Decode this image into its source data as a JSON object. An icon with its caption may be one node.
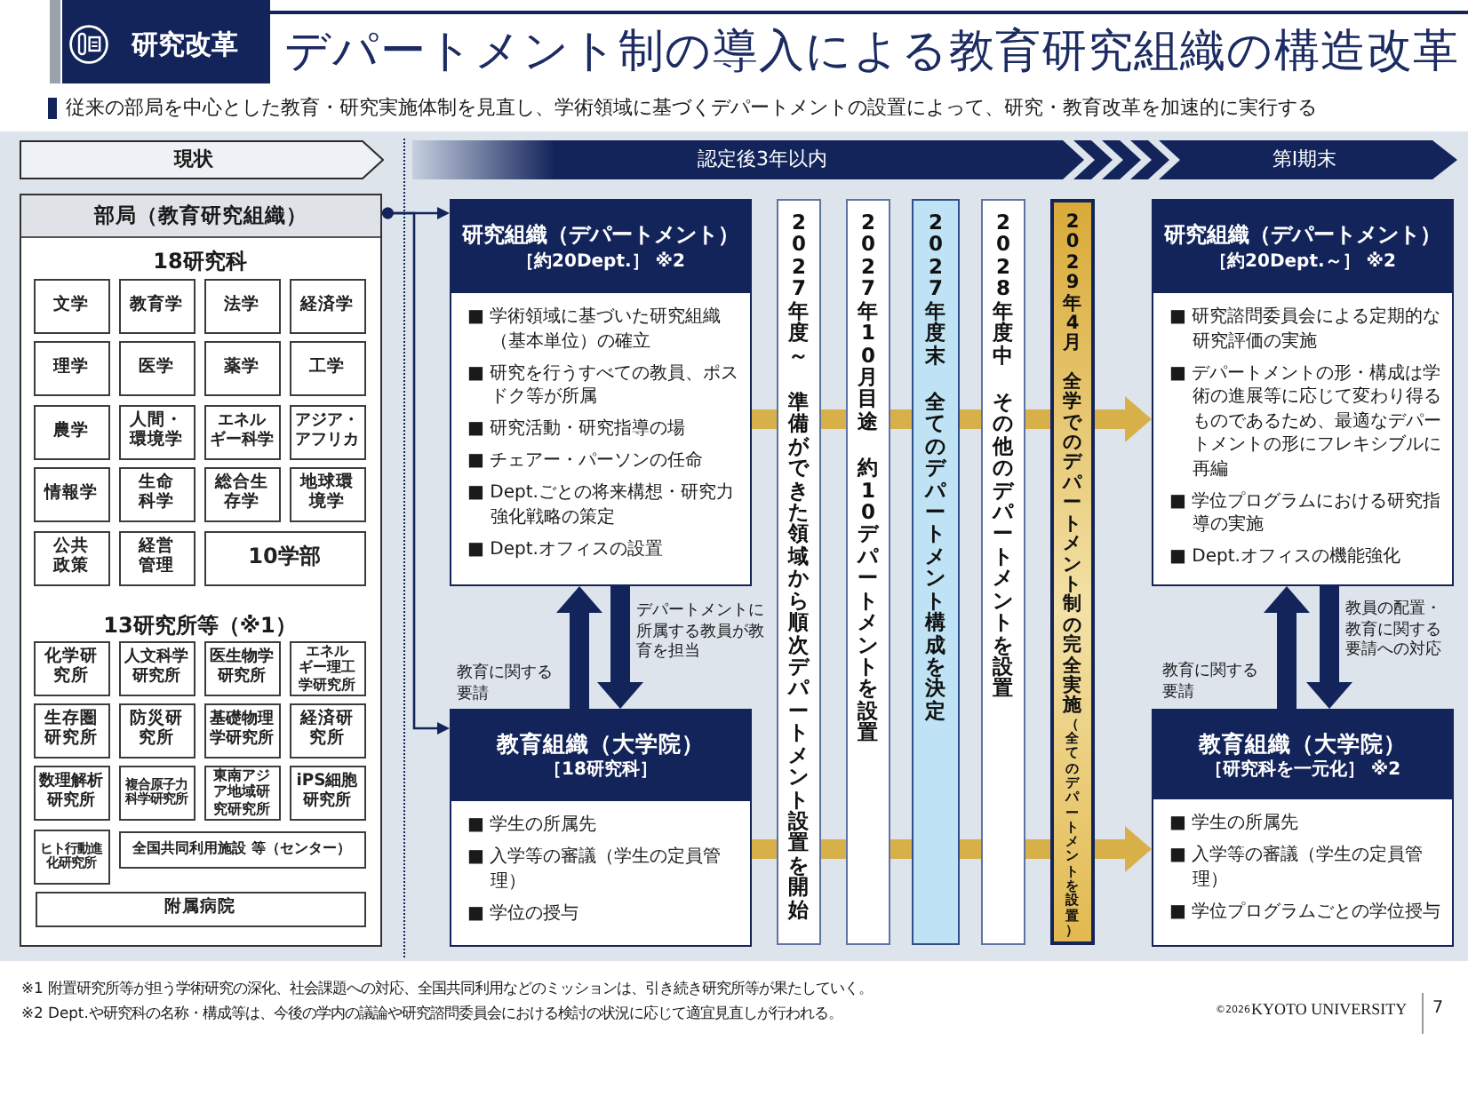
{
  "diagram": {
    "title": "デパートメント制の導入による教育研究組織の構造改革",
    "nodes": [
      {
        "text": [
          "現状"
        ]
      },
      {
        "text": [
          "認定後3年以内",
          "第Ⅰ期末"
        ]
      },
      {
        "text": [
          "部局（教育研究組織）"
        ]
      },
      {
        "text": [
          "文学"
        ],
        "in": 2
      },
      {
        "text": [
          "教育学"
        ],
        "in": 2
      },
      {
        "text": [
          "法学"
        ],
        "in": 2
      },
      {
        "text": [
          "経済学"
        ],
        "in": 2
      },
      {
        "text": [
          "理学"
        ],
        "in": 2
      },
      {
        "text": [
          "医学"
        ],
        "in": 2
      },
      {
        "text": [
          "薬学"
        ],
        "in": 2
      },
      {
        "text": [
          "工学"
        ],
        "in": 2
      },
      {
        "text": [
          "農学"
        ],
        "in": 2
      },
      {
        "text": [
          "人間・環境学"
        ],
        "in": 2
      },
      {
        "text": [
          "エネルギー科学"
        ],
        "in": 2
      },
      {
        "text": [
          "アジア・アフリカ"
        ],
        "in": 2
      },
      {
        "text": [
          "情報学"
        ],
        "in": 2
      },
      {
        "text": [
          "生命科学"
        ],
        "in": 2
      },
      {
        "text": [
          "総合生存学"
        ],
        "in": 2
      },
      {
        "text": [
          "地球環境学"
        ],
        "in": 2
      },
      {
        "text": [
          "公共政策"
        ],
        "in": 2
      },
      {
        "text": [
          "経営管理"
        ],
        "in": 2
      },
      {
        "text": [
          "10学部"
        ],
        "in": 2
      },
      {
        "text": [
          "化学研究所"
        ],
        "in": 2
      },
      {
        "text": [
          "人文科学研究所"
        ],
        "in": 2
      },
      {
        "text": [
          "医生物学研究所"
        ],
        "in": 2
      },
      {
        "text": [
          "エネルギー理工学研究所"
        ],
        "in": 2
      },
      {
        "text": [
          "生存圏研究所"
        ],
        "in": 2
      },
      {
        "text": [
          "防災研究所"
        ],
        "in": 2
      },
      {
        "text": [
          "基礎物理学研究所"
        ],
        "in": 2
      },
      {
        "text": [
          "経済研究所"
        ],
        "in": 2
      },
      {
        "text": [
          "数理解析研究所"
        ],
        "in": 2
      },
      {
        "text": [
          "複合原子力科学研究所"
        ],
        "in": 2
      },
      {
        "text": [
          "東南アジア地域研究研究所"
        ],
        "in": 2
      },
      {
        "text": [
          "iPS細胞研究所"
        ],
        "in": 2
      },
      {
        "text": [
          "ヒト行動進化研究所"
        ],
        "in": 2
      },
      {
        "text": [
          "全国共同利用施設 等（センター）"
        ],
        "in": 2
      },
      {
        "text": [
          "附属病院"
        ],
        "in": 2
      },
      {
        "text": [
          "研究組織（デパートメント）",
          "［約20Dept.］ ※2",
          "■ 学術領域に基づいた研究組織（基本単位）の確立",
          "■ 研究を行うすべての教員、ポスドク等が所属",
          "■ 研究活動・研究指導の場",
          "■ チェアー・パーソンの任命",
          "■ Dept.ごとの将来構想・研究力強化戦略の策定",
          "■ Dept.オフィスの設置"
        ]
      },
      {
        "text": [
          "教育組織（大学院）",
          "［18研究科］",
          "■ 学生の所属先",
          "■ 入学等の審議（学生の定員管理）",
          "■ 学位の授与"
        ]
      },
      {
        "text": [
          "2027年度～",
          "準備ができた領域から順次デパートメント設置を開始"
        ]
      },
      {
        "text": [
          "2027年10月目途",
          "約10デパートメントを設置"
        ]
      },
      {
        "text": [
          "2027年度末",
          "全てのデパートメント構成を決定"
        ]
      },
      {
        "text": [
          "2028年度中",
          "その他のデパートメントを設置"
        ]
      },
      {
        "text": [
          "2029年4月",
          "全学でのデパートメント制の完全実施",
          "（全てのデパートメントを設置）"
        ]
      },
      {
        "text": [
          "研究組織（デパートメント）",
          "［約20Dept.～］ ※2",
          "■ 研究諮問委員会による定期的な研究評価の実施",
          "■ デパートメントの形・構成は学術の進展等に応じて変わり得るものであるため、最適なデパートメントの形にフレキシブルに再編",
          "■ 学位プログラムにおける研究指導の実施",
          "■ Dept.オフィスの機能強化"
        ]
      },
      {
        "text": [
          "教育組織（大学院）",
          "［研究科を一元化］ ※2",
          "■ 学生の所属先",
          "■ 入学等の審議（学生の定員管理）",
          "■ 学位プログラムごとの学位授与"
        ]
      }
    ],
    "edges": [
      {
        "from": 2,
        "to": 37,
        "arrow": "to",
        "color": "#13245a"
      },
      {
        "from": 2,
        "to": 38,
        "arrow": "to",
        "color": "#13245a"
      },
      {
        "from": 37,
        "to": 38,
        "arrow": "to",
        "color": "#13245a",
        "label": "デパートメントに所属する教員が教育を担当"
      },
      {
        "from": 38,
        "to": 37,
        "arrow": "to",
        "color": "#13245a",
        "label": "教育に関する要請"
      },
      {
        "from": 37,
        "to": 39,
        "arrow": "none"
      },
      {
        "from": 39,
        "to": 40,
        "arrow": "none"
      },
      {
        "from": 40,
        "to": 41,
        "arrow": "none"
      },
      {
        "from": 41,
        "to": 42,
        "arrow": "none"
      },
      {
        "from": 42,
        "to": 43,
        "arrow": "none"
      },
      {
        "from": 43,
        "to": 44,
        "arrow": "to"
      },
      {
        "from": 38,
        "to": 39,
        "arrow": "none"
      },
      {
        "from": 39,
        "to": 40,
        "arrow": "none"
      },
      {
        "from": 40,
        "to": 41,
        "arrow": "none"
      },
      {
        "from": 41,
        "to": 42,
        "arrow": "none"
      },
      {
        "from": 42,
        "to": 43,
        "arrow": "none"
      },
      {
        "from": 43,
        "to": 45,
        "arrow": "to"
      },
      {
        "from": 44,
        "to": 45,
        "arrow": "to",
        "color": "#13245a",
        "label": "教員の配置・教育に関する要請への対応"
      },
      {
        "from": 45,
        "to": 44,
        "arrow": "to",
        "color": "#13245a",
        "label": "教育に関する要請"
      }
    ],
    "labels": [
      "研究改革",
      "従来の部局を中心とした教育・研究実施体制を見直し、学術領域に基づくデパートメントの設置によって、研究・教育改革を加速的に実行する",
      "18研究科",
      "13研究所等（※1）",
      "※1 附置研究所等が担う学術研究の深化、社会課題への対応、全国共同利用などのミッションは、引き続き研究所等が果たしていく。",
      "※2 Dept.や研究科の名称・構成等は、今後の学内の議論や研究諮問委員会における検討の状況に応じて適宜見直しが行われる。",
      "©2026",
      "KYOTO UNIVERSITY",
      "7"
    ]
  }
}
